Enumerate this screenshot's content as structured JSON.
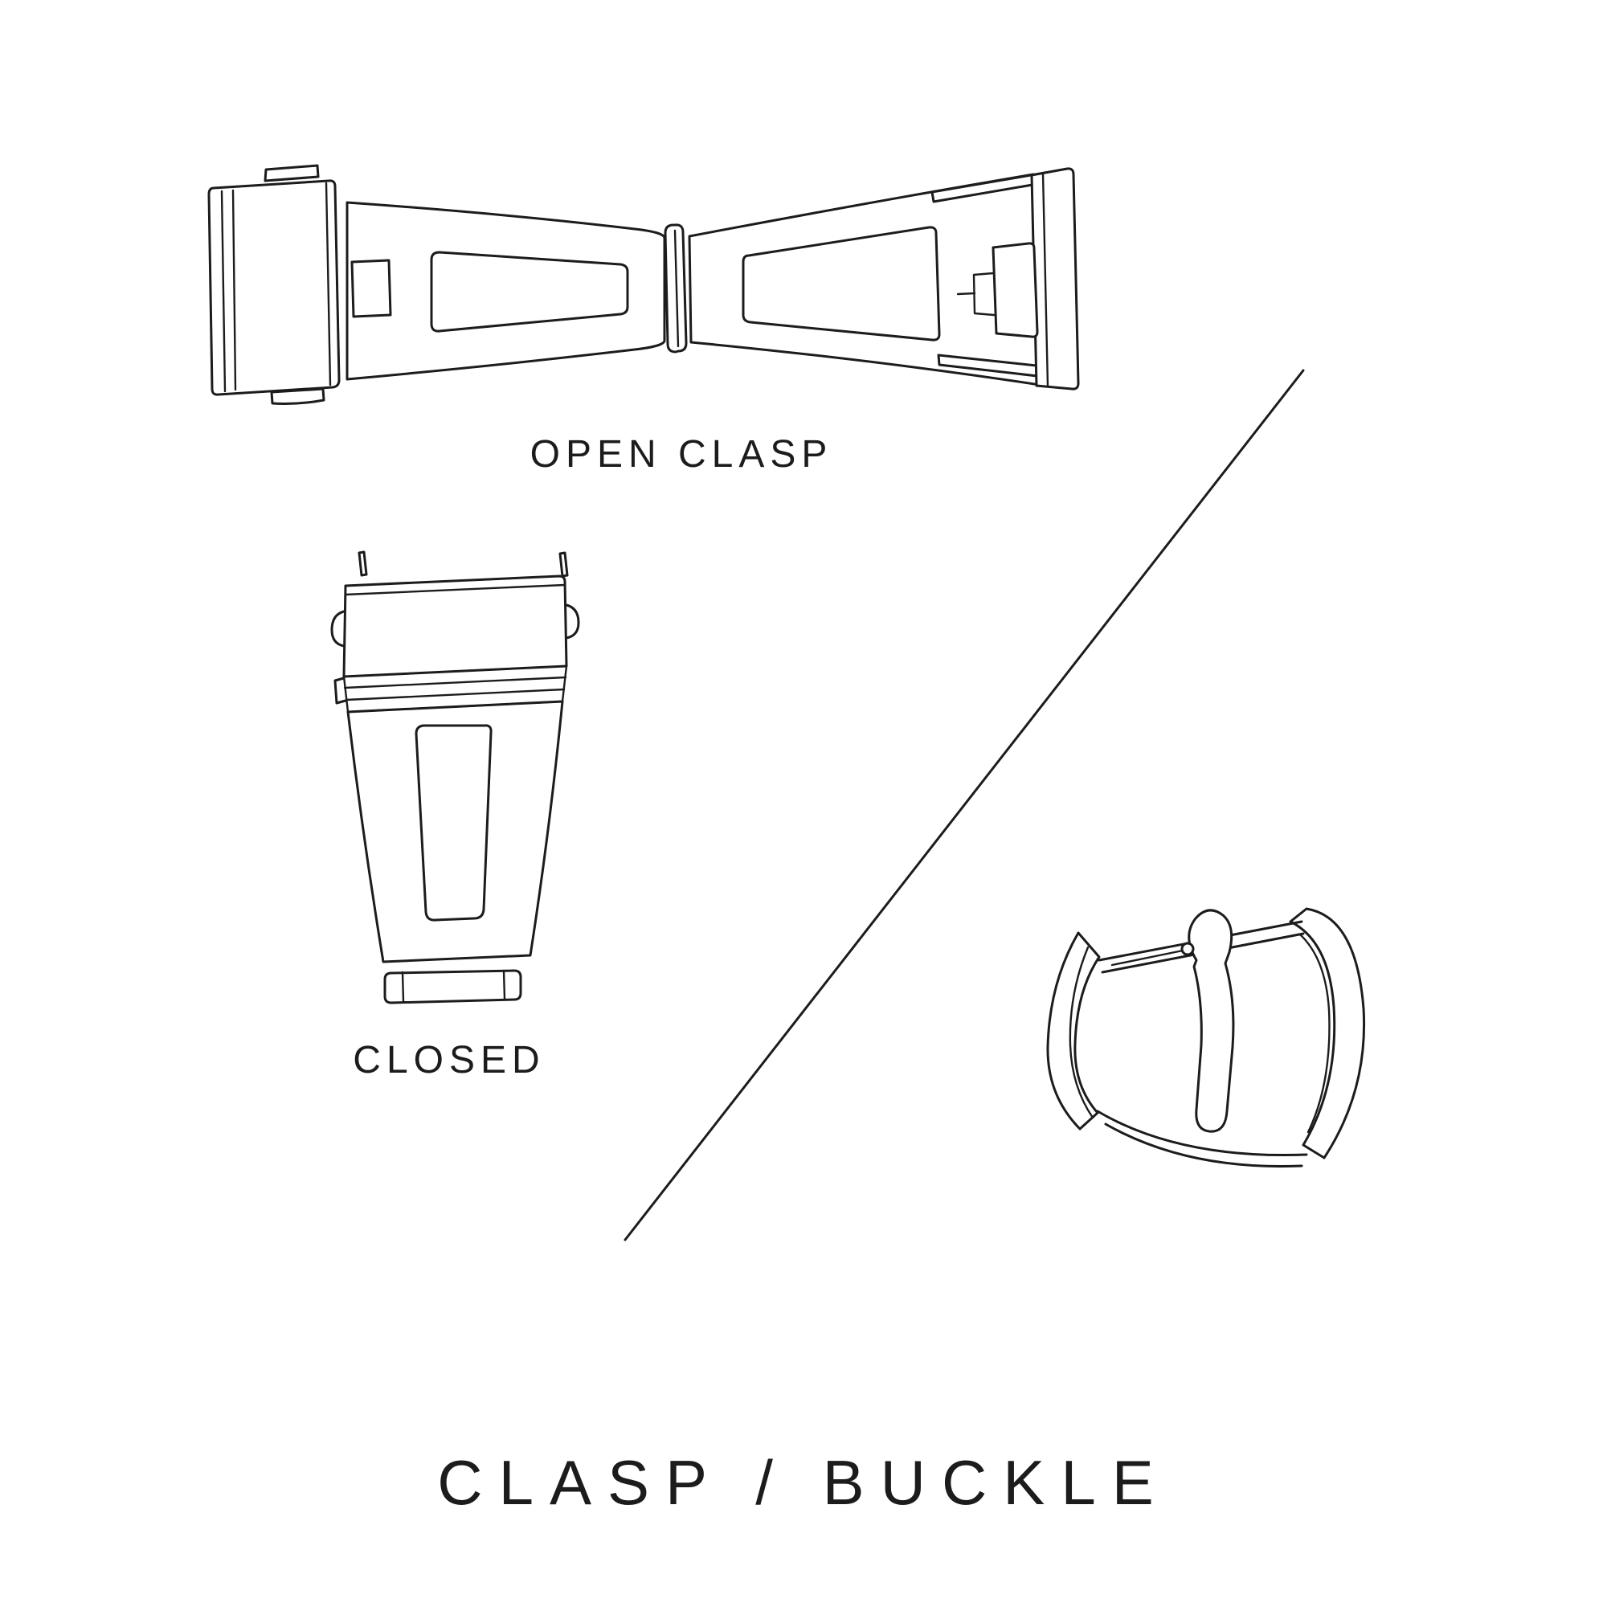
{
  "title": "CLASP / BUCKLE",
  "figures": {
    "open_clasp": {
      "label": "OPEN CLASP"
    },
    "closed_clasp": {
      "label": "CLOSED"
    },
    "tang_buckle": {
      "label": ""
    }
  },
  "illustrations": {
    "open_clasp": "open-clasp-illustration",
    "closed_clasp": "closed-clasp-illustration",
    "tang_buckle": "tang-buckle-illustration",
    "divider": "diagonal-divider-line"
  },
  "colors": {
    "background": "#ffffff",
    "ink": "#1c1c1c"
  }
}
